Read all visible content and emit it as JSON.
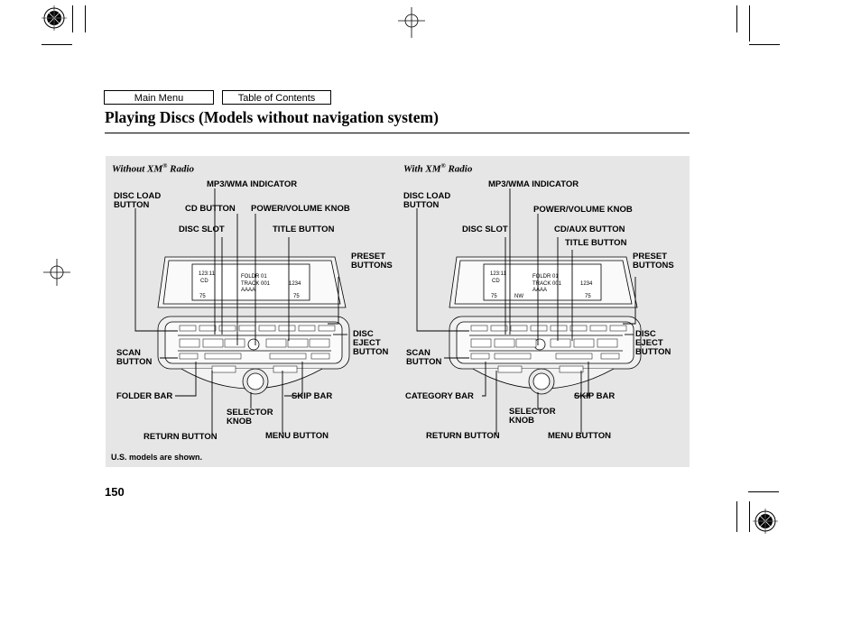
{
  "nav": {
    "main_menu": "Main Menu",
    "toc": "Table of Contents"
  },
  "page": {
    "title": "Playing Discs (Models without navigation system)",
    "number": "150"
  },
  "left": {
    "heading_pre": "Without XM",
    "heading_sup": "®",
    "heading_post": " Radio",
    "labels": {
      "mp3": "MP3/WMA INDICATOR",
      "disc_load": [
        "DISC LOAD",
        "BUTTON"
      ],
      "cd_button": "CD BUTTON",
      "power": "POWER/VOLUME KNOB",
      "disc_slot": "DISC SLOT",
      "title_button": "TITLE BUTTON",
      "preset": [
        "PRESET",
        "BUTTONS"
      ],
      "disc_eject": [
        "DISC",
        "EJECT",
        "BUTTON"
      ],
      "scan": [
        "SCAN",
        "BUTTON"
      ],
      "folder_bar": "FOLDER BAR",
      "skip_bar": "SKIP BAR",
      "selector": [
        "SELECTOR",
        "KNOB"
      ],
      "return_button": "RETURN BUTTON",
      "menu_button": "MENU BUTTON"
    }
  },
  "right": {
    "heading_pre": "With XM",
    "heading_sup": "®",
    "heading_post": " Radio",
    "labels": {
      "mp3": "MP3/WMA INDICATOR",
      "disc_load": [
        "DISC LOAD",
        "BUTTON"
      ],
      "power": "POWER/VOLUME KNOB",
      "disc_slot": "DISC SLOT",
      "cdaux": "CD/AUX BUTTON",
      "title_button": "TITLE BUTTON",
      "preset": [
        "PRESET",
        "BUTTONS"
      ],
      "disc_eject": [
        "DISC",
        "EJECT",
        "BUTTON"
      ],
      "scan": [
        "SCAN",
        "BUTTON"
      ],
      "category_bar": "CATEGORY BAR",
      "skip_bar": "SKIP BAR",
      "selector": [
        "SELECTOR",
        "KNOB"
      ],
      "return_button": "RETURN BUTTON",
      "menu_button": "MENU BUTTON"
    }
  },
  "note": "U.S. models are shown."
}
